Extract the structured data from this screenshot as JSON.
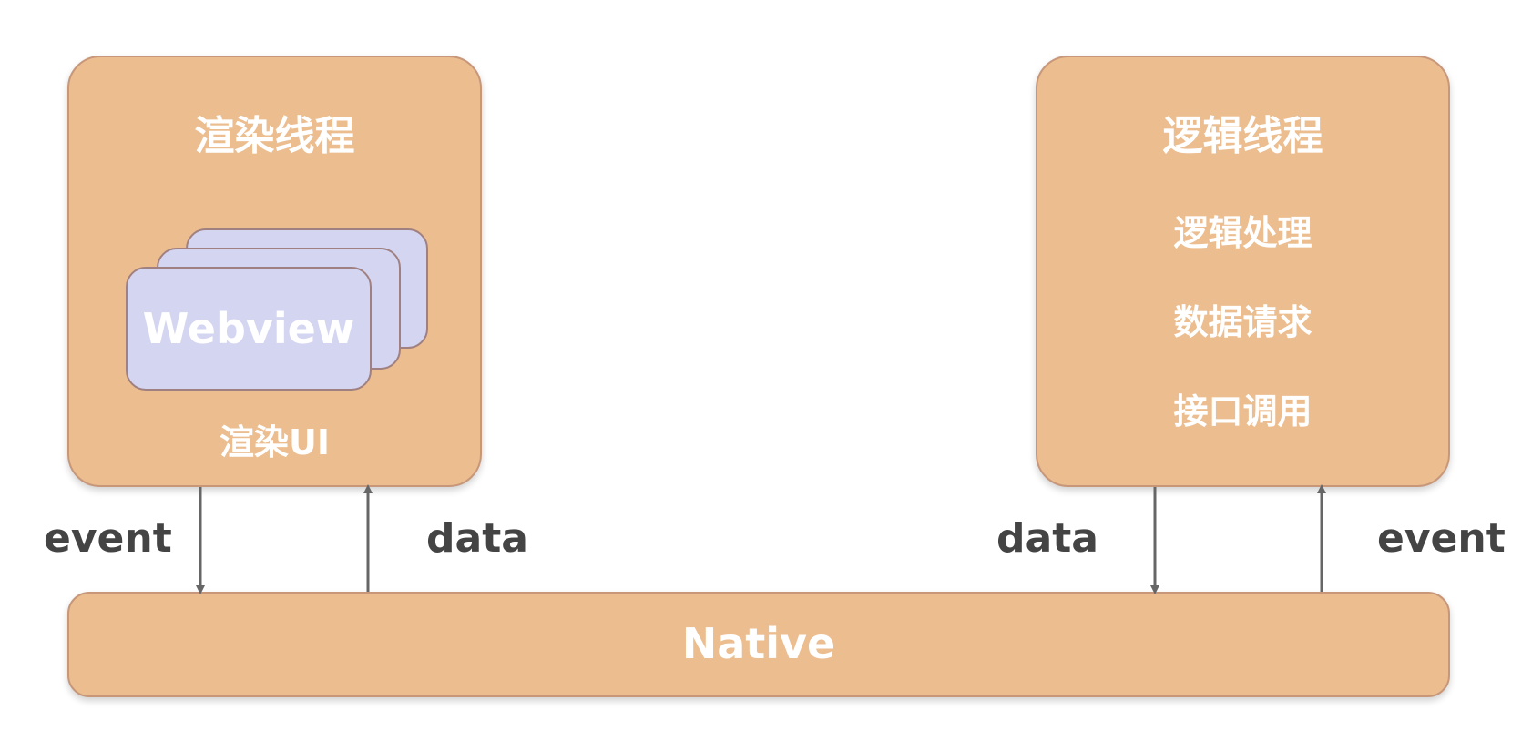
{
  "render_thread": {
    "title": "渲染线程",
    "webview_label": "Webview",
    "ui_label": "渲染UI"
  },
  "logic_thread": {
    "title": "逻辑线程",
    "items": [
      "逻辑处理",
      "数据请求",
      "接口调用"
    ]
  },
  "native": {
    "label": "Native"
  },
  "edges": {
    "left_down_label": "event",
    "left_up_label": "data",
    "right_down_label": "data",
    "right_up_label": "event"
  },
  "colors": {
    "box_fill": "#EBBD8F",
    "box_border": "#C8977A",
    "card_fill": "#D3D5F1",
    "arrow": "#666666",
    "label_text": "#444444"
  }
}
